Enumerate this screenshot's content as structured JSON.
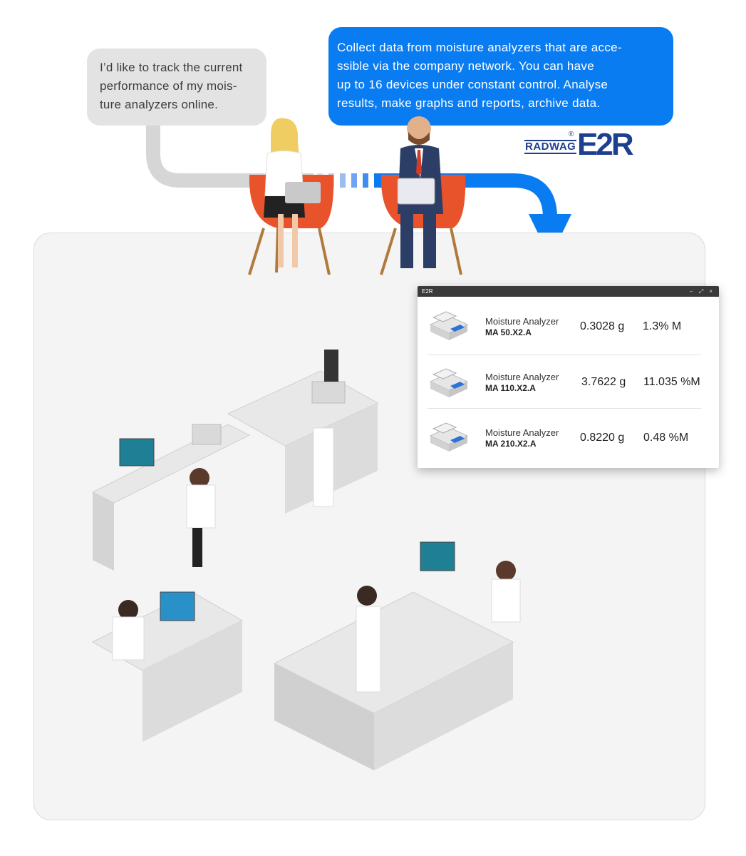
{
  "bubbles": {
    "customer_lines": [
      "I’d like to track the current",
      "performance of my mois-",
      "ture analyzers online."
    ],
    "consultant_lines": [
      "Collect data from moisture analyzers that are acce-",
      "ssible via the company network. You can have",
      "up to 16 devices under constant control. Analyse",
      "results, make graphs and reports, archive data."
    ]
  },
  "logos": {
    "radwag": "RADWAG",
    "registered": "®",
    "e2r": "E2R"
  },
  "window": {
    "title": "E2R",
    "controls": "– ⤢ ×",
    "devices": [
      {
        "type": "Moisture Analyzer",
        "model": "MA 50.X2.A",
        "mass": "0.3028 g",
        "moisture": "1.3% M"
      },
      {
        "type": "Moisture Analyzer",
        "model": "MA 110.X2.A",
        "mass": "3.7622 g",
        "moisture": "11.035 %M"
      },
      {
        "type": "Moisture Analyzer",
        "model": "MA 210.X2.A",
        "mass": "0.8220 g",
        "moisture": "0.48 %M"
      }
    ]
  },
  "colors": {
    "accent_blue": "#0a7cf2",
    "brand_navy": "#1d3f8f",
    "bubble_grey": "#e3e3e3",
    "panel_bg": "#f4f4f4"
  },
  "icons": [
    "moisture-analyzer-icon",
    "flow-arrow-icon",
    "laptop-icon"
  ]
}
